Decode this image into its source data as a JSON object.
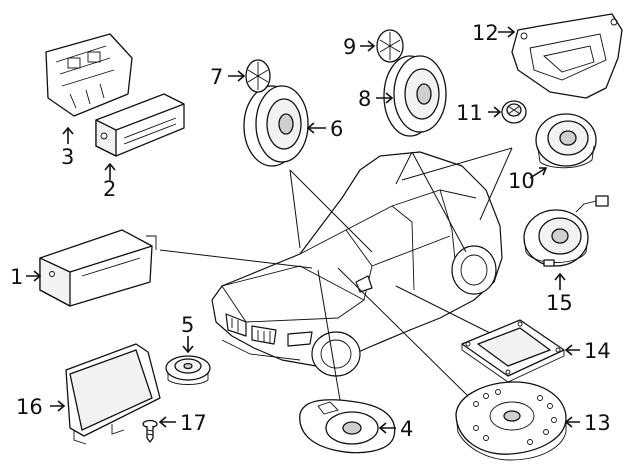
{
  "callouts": [
    {
      "id": "1",
      "label": "1"
    },
    {
      "id": "2",
      "label": "2"
    },
    {
      "id": "3",
      "label": "3"
    },
    {
      "id": "4",
      "label": "4"
    },
    {
      "id": "5",
      "label": "5"
    },
    {
      "id": "6",
      "label": "6"
    },
    {
      "id": "7",
      "label": "7"
    },
    {
      "id": "8",
      "label": "8"
    },
    {
      "id": "9",
      "label": "9"
    },
    {
      "id": "10",
      "label": "10"
    },
    {
      "id": "11",
      "label": "11"
    },
    {
      "id": "12",
      "label": "12"
    },
    {
      "id": "13",
      "label": "13"
    },
    {
      "id": "14",
      "label": "14"
    },
    {
      "id": "15",
      "label": "15"
    },
    {
      "id": "16",
      "label": "16"
    },
    {
      "id": "17",
      "label": "17"
    }
  ],
  "parts": [
    {
      "callout": "1",
      "icon": "radio-head-unit-icon"
    },
    {
      "callout": "2",
      "icon": "amplifier-module-icon"
    },
    {
      "callout": "3",
      "icon": "mounting-bracket-icon"
    },
    {
      "callout": "4",
      "icon": "oval-speaker-icon"
    },
    {
      "callout": "5",
      "icon": "small-speaker-icon"
    },
    {
      "callout": "6",
      "icon": "door-speaker-icon"
    },
    {
      "callout": "7",
      "icon": "tweeter-icon"
    },
    {
      "callout": "8",
      "icon": "door-speaker-icon"
    },
    {
      "callout": "9",
      "icon": "tweeter-icon"
    },
    {
      "callout": "10",
      "icon": "midrange-speaker-icon"
    },
    {
      "callout": "11",
      "icon": "tweeter-grille-icon"
    },
    {
      "callout": "12",
      "icon": "speaker-housing-icon"
    },
    {
      "callout": "13",
      "icon": "subwoofer-enclosure-icon"
    },
    {
      "callout": "14",
      "icon": "mounting-plate-icon"
    },
    {
      "callout": "15",
      "icon": "subwoofer-icon"
    },
    {
      "callout": "16",
      "icon": "display-screen-icon"
    },
    {
      "callout": "17",
      "icon": "screw-icon"
    }
  ],
  "colors": {
    "line": "#111111",
    "background": "#ffffff",
    "shade": "#cfcfcf"
  }
}
